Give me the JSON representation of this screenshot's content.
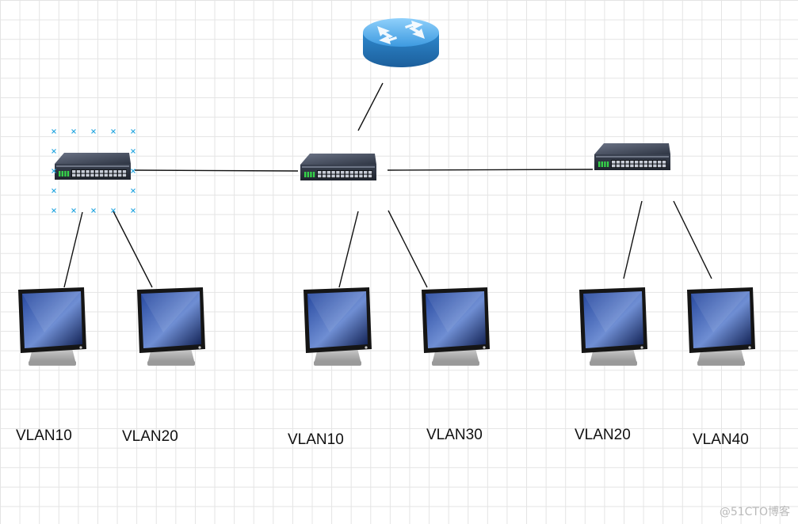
{
  "diagram": {
    "nodes": [
      {
        "id": "router",
        "type": "router"
      },
      {
        "id": "switch-left",
        "type": "switch",
        "selected": true
      },
      {
        "id": "switch-center",
        "type": "switch"
      },
      {
        "id": "switch-right",
        "type": "switch"
      },
      {
        "id": "pc1",
        "type": "monitor",
        "vlan": "VLAN10"
      },
      {
        "id": "pc2",
        "type": "monitor",
        "vlan": "VLAN20"
      },
      {
        "id": "pc3",
        "type": "monitor",
        "vlan": "VLAN10"
      },
      {
        "id": "pc4",
        "type": "monitor",
        "vlan": "VLAN30"
      },
      {
        "id": "pc5",
        "type": "monitor",
        "vlan": "VLAN20"
      },
      {
        "id": "pc6",
        "type": "monitor",
        "vlan": "VLAN40"
      }
    ],
    "links": [
      [
        "router",
        "switch-center"
      ],
      [
        "switch-left",
        "switch-center"
      ],
      [
        "switch-center",
        "switch-right"
      ],
      [
        "switch-left",
        "pc1"
      ],
      [
        "switch-left",
        "pc2"
      ],
      [
        "switch-center",
        "pc3"
      ],
      [
        "switch-center",
        "pc4"
      ],
      [
        "switch-right",
        "pc5"
      ],
      [
        "switch-right",
        "pc6"
      ]
    ],
    "labels": [
      "VLAN10",
      "VLAN20",
      "VLAN10",
      "VLAN30",
      "VLAN20",
      "VLAN40"
    ]
  },
  "colors": {
    "link": "#111111",
    "selection_handle": "#29a8e0",
    "router_top": "#5fb6f2",
    "router_side": "#2f86c9",
    "switch_body": "#3b4354",
    "switch_port_led": "#36d14a",
    "monitor_screen": "#1f3a8a",
    "monitor_frame": "#1c1c1c"
  },
  "icons": {
    "router": "router-icon",
    "switch": "network-switch-icon",
    "monitor": "monitor-icon"
  },
  "watermark": "@51CTO博客"
}
